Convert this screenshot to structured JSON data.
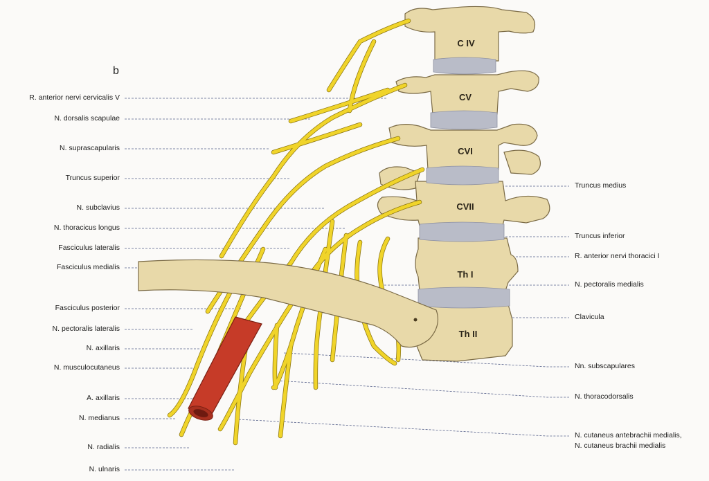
{
  "panel_letter": "b",
  "vertebrae": [
    "C IV",
    "CV",
    "CVI",
    "CVII",
    "Th I",
    "Th II"
  ],
  "left_labels": [
    "R. anterior nervi cervicalis V",
    "N. dorsalis scapulae",
    "N. suprascapularis",
    "Truncus superior",
    "N. subclavius",
    "N. thoracicus longus",
    "Fasciculus lateralis",
    "Fasciculus medialis",
    "Fasciculus posterior",
    "N. pectoralis lateralis",
    "N. axillaris",
    "N. musculocutaneus",
    "A. axillaris",
    "N. medianus",
    "N. radialis",
    "N. ulnaris"
  ],
  "right_labels": [
    "Truncus medius",
    "Truncus inferior",
    "R. anterior nervi thoracici I",
    "N. pectoralis medialis",
    "Clavicula",
    "Nn. subscapulares",
    "N. thoracodorsalis",
    "N. cutaneus antebrachii medialis,",
    "N. cutaneus brachii medialis"
  ],
  "colors": {
    "bone": "#e8d9a9",
    "bone_outline": "#7a6a45",
    "disc": "#b9bcc8",
    "nerve": "#f0d42a",
    "nerve_outline": "#8a7410",
    "artery": "#c63b28",
    "leader": "#55608a"
  }
}
